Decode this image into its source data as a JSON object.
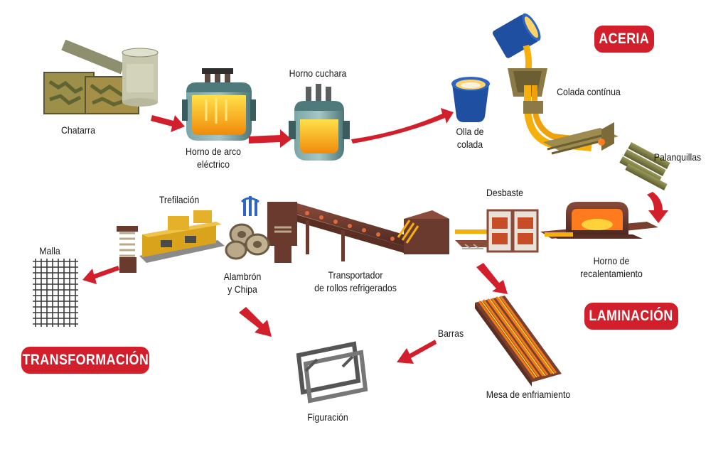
{
  "sections": {
    "aceria": "ACERIA",
    "laminacion": "LAMINACIÓN",
    "transformacion": "TRANSFORMACIÓN"
  },
  "steps": {
    "chatarra": "Chatarra",
    "horno_arco_l1": "Horno de arco",
    "horno_arco_l2": "eléctrico",
    "horno_cuchara": "Horno cuchara",
    "olla_l1": "Olla de",
    "olla_l2": "colada",
    "colada": "Colada contínua",
    "palanquillas": "Palanquillas",
    "desbaste": "Desbaste",
    "horno_recal_l1": "Horno de",
    "horno_recal_l2": "recalentamiento",
    "trefilacion": "Trefilación",
    "malla": "Malla",
    "alambron_l1": "Alambrón",
    "alambron_l2": "y Chipa",
    "transportador_l1": "Transportador",
    "transportador_l2": "de rollos refrigerados",
    "barras": "Barras",
    "mesa": "Mesa de enfriamiento",
    "figuracion": "Figuración"
  },
  "colors": {
    "badge": "#d21f2b",
    "arrow": "#d21f2b",
    "furnace_body": "#5f8d8e",
    "molten": "#f5b00e",
    "machine_brown": "#6b3a2e",
    "ladle_blue": "#1f4fa0"
  }
}
